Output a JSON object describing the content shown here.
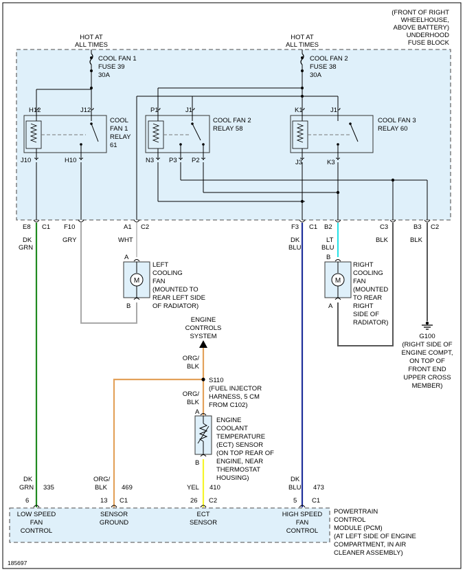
{
  "figure_id": "185697",
  "fuse_block": {
    "location_lines": [
      "(FRONT OF RIGHT",
      "WHEELHOUSE,",
      "ABOVE BATTERY)",
      "UNDERHOOD",
      "FUSE BLOCK"
    ]
  },
  "power_feeds": [
    {
      "hot_label_lines": [
        "HOT AT",
        "ALL TIMES"
      ],
      "fuse_lines": [
        "COOL FAN 1",
        "FUSE 39",
        "30A"
      ]
    },
    {
      "hot_label_lines": [
        "HOT AT",
        "ALL TIMES"
      ],
      "fuse_lines": [
        "COOL FAN 2",
        "FUSE 38",
        "30A"
      ]
    }
  ],
  "relays": [
    {
      "name_lines": [
        "COOL",
        "FAN 1",
        "RELAY",
        "61"
      ],
      "pins": [
        "H12",
        "J12",
        "J10",
        "H10"
      ]
    },
    {
      "name_lines": [
        "COOL FAN 2",
        "RELAY 58"
      ],
      "pins": [
        "P1",
        "J1",
        "N3",
        "P3",
        "P2"
      ]
    },
    {
      "name_lines": [
        "COOL FAN 3",
        "RELAY 60"
      ],
      "pins": [
        "K1",
        "J1",
        "J3",
        "K3"
      ]
    }
  ],
  "fuse_block_terminals": [
    {
      "pin": "E8",
      "connector": "C1",
      "color_lines": [
        "DK",
        "GRN"
      ]
    },
    {
      "pin": "F10",
      "connector": "",
      "color_lines": [
        "GRY"
      ]
    },
    {
      "pin": "A1",
      "connector": "C2",
      "color_lines": [
        "WHT"
      ]
    },
    {
      "pin": "F3",
      "connector": "C1",
      "color_lines": [
        "DK",
        "BLU"
      ]
    },
    {
      "pin": "B2",
      "connector": "",
      "color_lines": [
        "LT",
        "BLU"
      ]
    },
    {
      "pin": "C3",
      "connector": "",
      "color_lines": [
        "BLK"
      ]
    },
    {
      "pin": "B3",
      "connector": "C2",
      "color_lines": [
        "BLK"
      ]
    }
  ],
  "left_fan": {
    "pin_top": "A",
    "pin_bottom": "B",
    "motor_symbol": "M",
    "label_lines": [
      "LEFT",
      "COOLING",
      "FAN",
      "(MOUNTED TO",
      "REAR LEFT SIDE",
      "OF RADIATOR)"
    ]
  },
  "right_fan": {
    "pin_top": "B",
    "pin_bottom": "A",
    "motor_symbol": "M",
    "label_lines": [
      "RIGHT",
      "COOLING",
      "FAN",
      "(MOUNTED",
      "TO REAR",
      "RIGHT",
      "SIDE OF",
      "RADIATOR)"
    ]
  },
  "ground": {
    "id": "G100",
    "label_lines": [
      "G100",
      "(RIGHT SIDE OF",
      "ENGINE COMPT,",
      "ON TOP OF",
      "FRONT END",
      "UPPER CROSS",
      "MEMBER)"
    ]
  },
  "engine_controls": {
    "label_lines": [
      "ENGINE",
      "CONTROLS",
      "SYSTEM"
    ]
  },
  "splice": {
    "id": "S110",
    "label_lines": [
      "S110",
      "(FUEL INJECTOR",
      "HARNESS, 5 CM",
      "FROM C102)"
    ],
    "wire_above_lines": [
      "ORG/",
      "BLK"
    ],
    "wire_below_lines": [
      "ORG/",
      "BLK"
    ]
  },
  "ect_sensor": {
    "pin_top": "A",
    "pin_bottom": "B",
    "label_lines": [
      "ENGINE",
      "COOLANT",
      "TEMPERATURE",
      "(ECT) SENSOR",
      "(ON TOP REAR OF",
      "ENGINE, NEAR",
      "THERMOSTAT",
      "HOUSING)"
    ]
  },
  "pcm_terminals": [
    {
      "color_lines": [
        "DK",
        "GRN"
      ],
      "circuit": "335",
      "pin": "6",
      "connector": "",
      "label_lines": [
        "LOW SPEED",
        "FAN",
        "CONTROL"
      ]
    },
    {
      "color_lines": [
        "ORG/",
        "BLK"
      ],
      "circuit": "469",
      "pin": "13",
      "connector": "C1",
      "label_lines": [
        "SENSOR",
        "GROUND"
      ]
    },
    {
      "color_lines": [
        "YEL"
      ],
      "circuit": "410",
      "pin": "26",
      "connector": "C2",
      "label_lines": [
        "ECT",
        "SENSOR"
      ]
    },
    {
      "color_lines": [
        "DK",
        "BLU"
      ],
      "circuit": "473",
      "pin": "5",
      "connector": "C1",
      "label_lines": [
        "HIGH SPEED",
        "FAN",
        "CONTROL"
      ]
    }
  ],
  "pcm": {
    "label_lines": [
      "POWERTRAIN",
      "CONTROL",
      "MODULE (PCM)",
      "(AT LEFT SIDE OF ENGINE",
      "COMPARTMENT, IN AIR",
      "CLEANER ASSEMBLY)"
    ]
  },
  "colors": {
    "dk_grn": "#1f8a1f",
    "gry": "#a8a8a8",
    "wht": "#c8c8c8",
    "dk_blu": "#1e2f9a",
    "lt_blu": "#24e0e6",
    "blk": "#555555",
    "org_blk": "#e3a15a",
    "yel": "#f5f52a",
    "box_fill": "#dff0fa",
    "box_stroke": "#6d6d6d"
  }
}
